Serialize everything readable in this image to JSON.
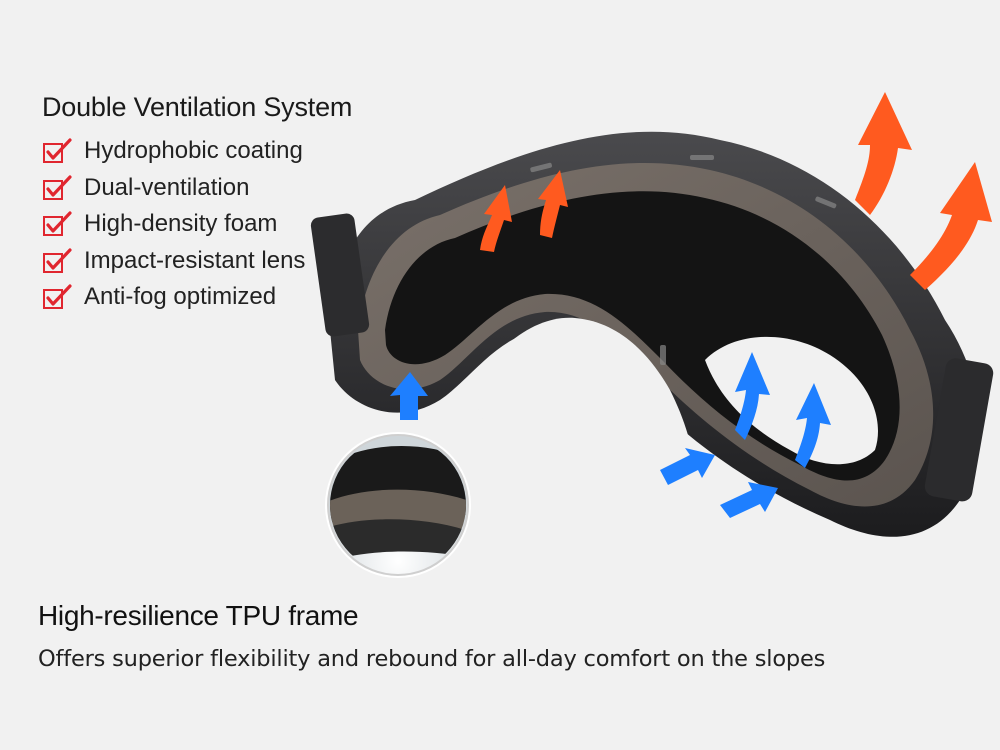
{
  "features": {
    "title": "Double Ventilation System",
    "items": [
      "Hydrophobic coating",
      "Dual-ventilation",
      "High-density foam",
      "Impact-resistant lens",
      "Anti-fog optimized"
    ]
  },
  "frame": {
    "title": "High-resilience TPU frame",
    "description": "Offers superior flexibility and rebound for all-day comfort on the slopes"
  },
  "colors": {
    "outflow_arrow": "#ff5a1f",
    "inflow_arrow": "#1e7fff",
    "checkmark": "#e0262f",
    "frame": "#2a2a2c",
    "foam": "#6e6660",
    "background": "#f1f1f1"
  },
  "icons": {
    "check": "checkmark-box-icon",
    "outflow": "orange-up-arrow-icon",
    "inflow": "blue-up-arrow-icon"
  }
}
